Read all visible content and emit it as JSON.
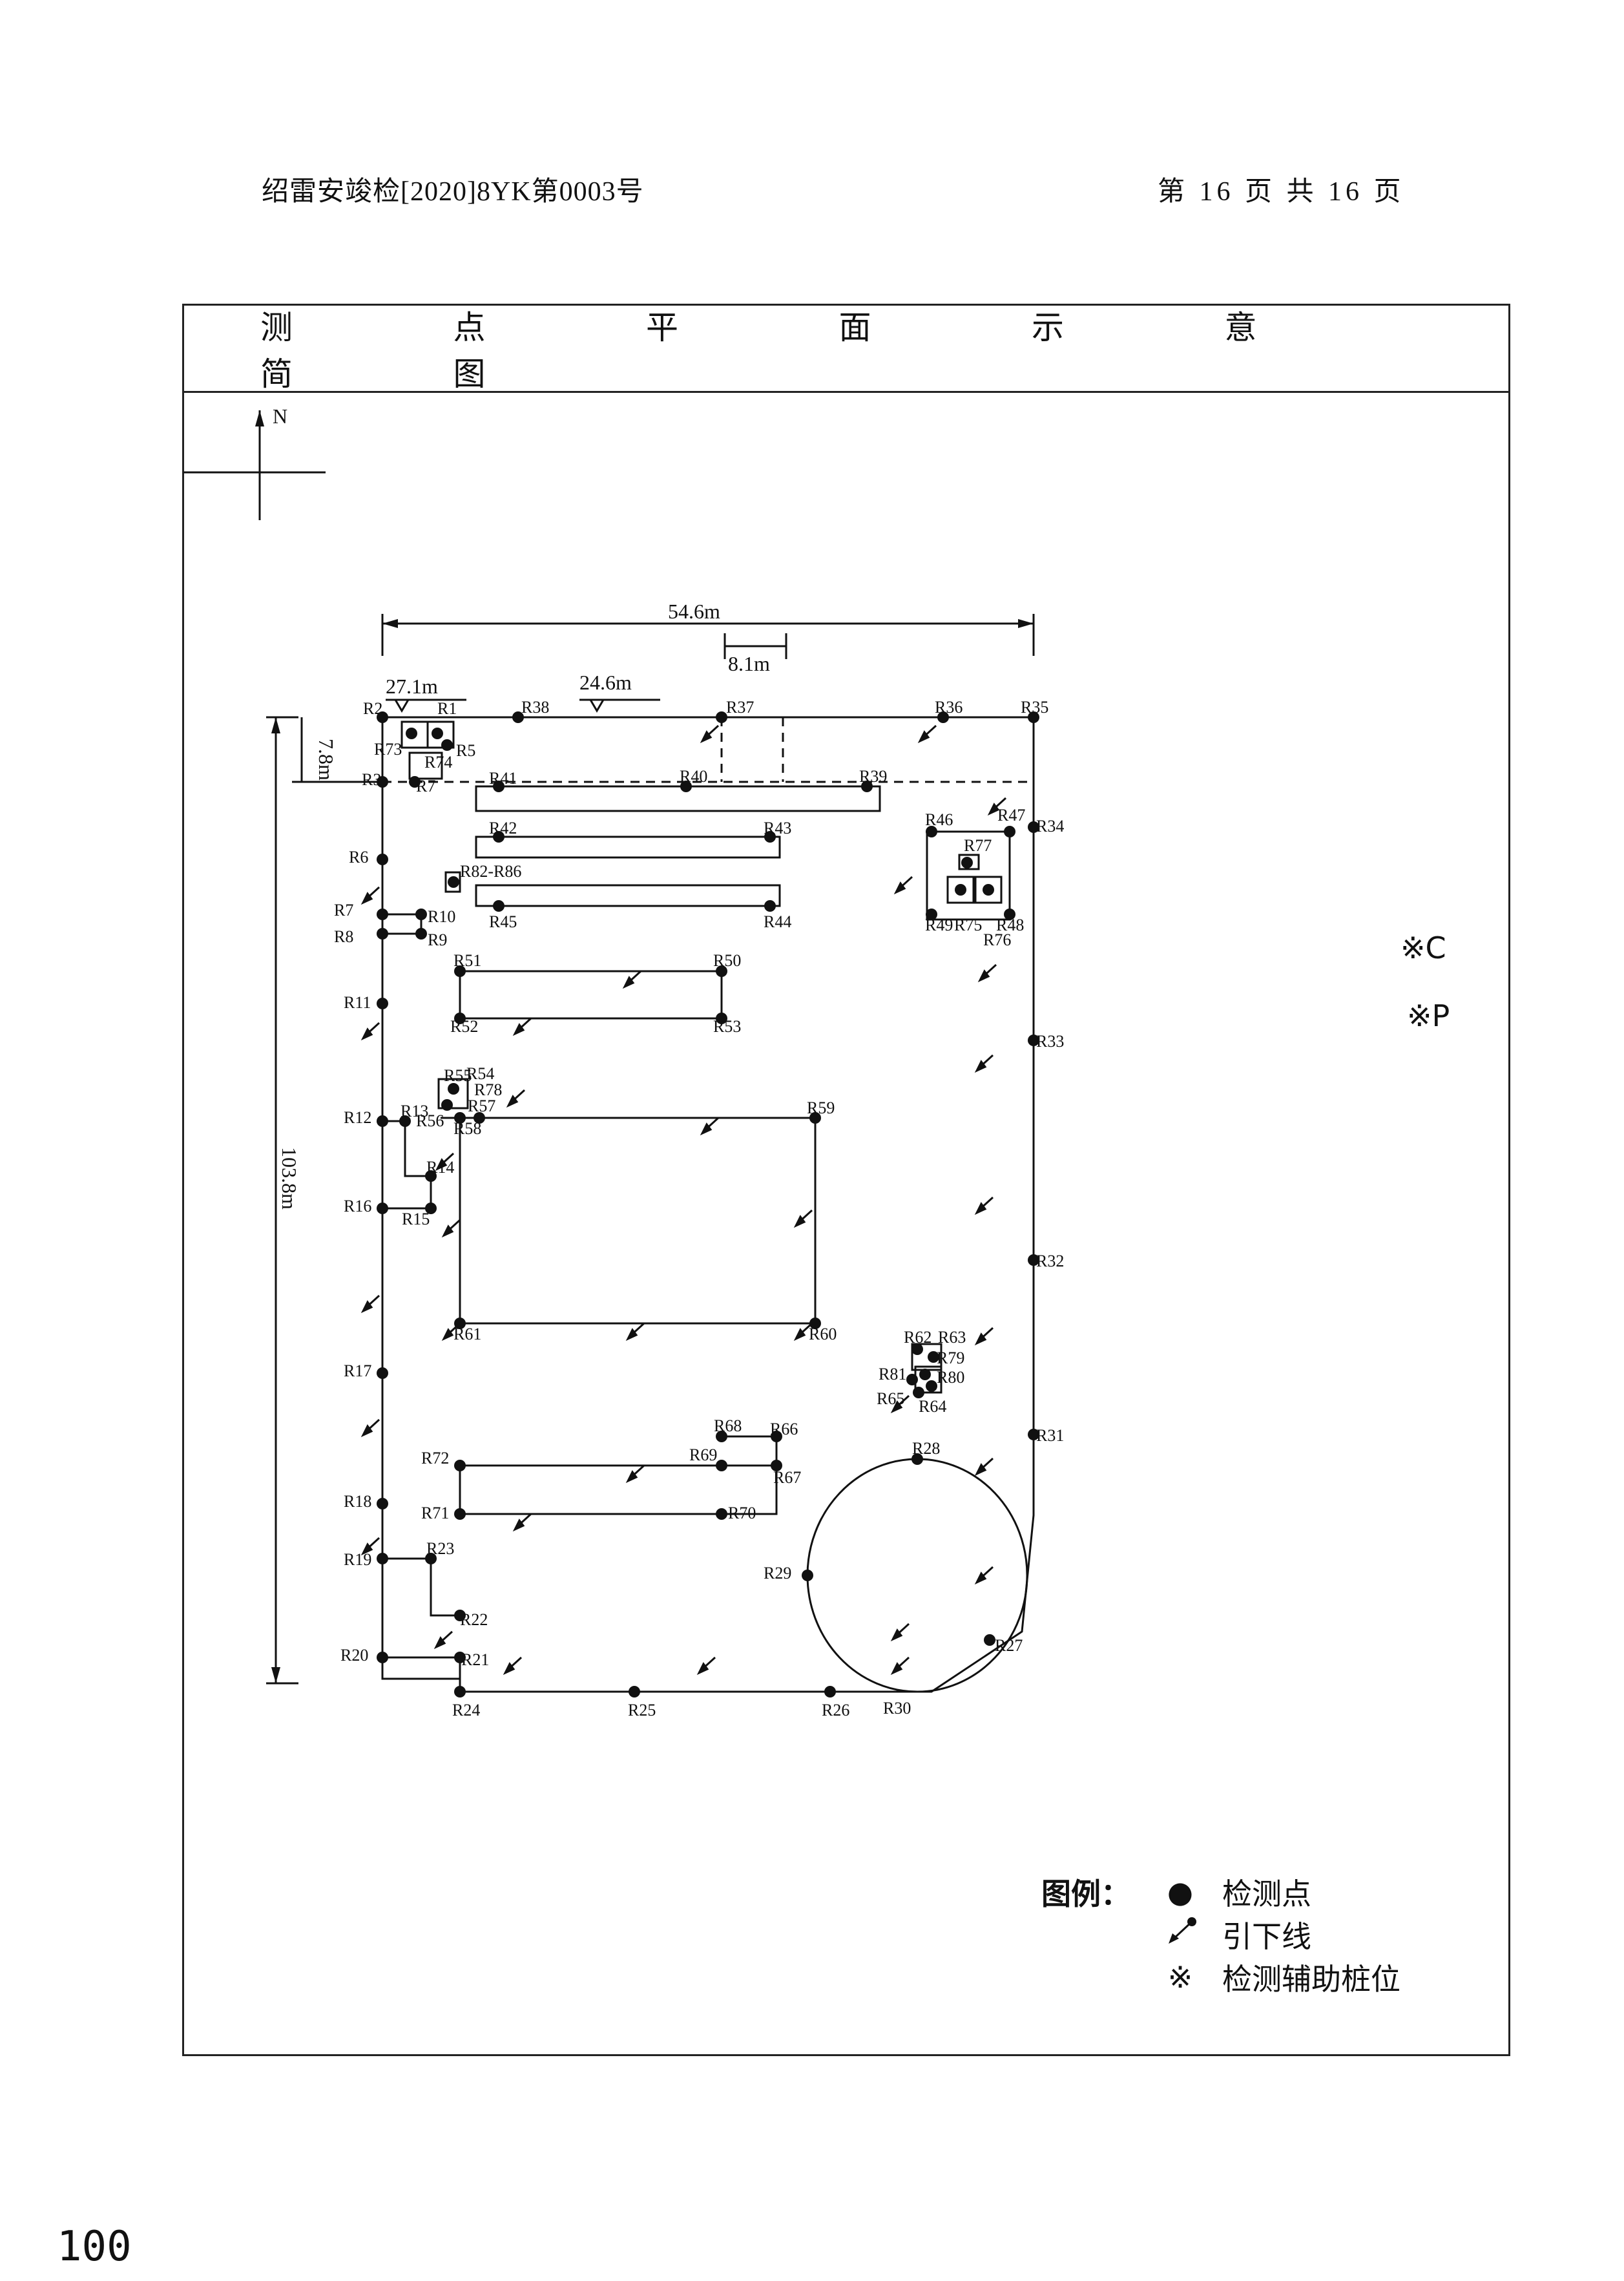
{
  "header": {
    "report_no": "绍雷安竣检[2020]8YK第0003号",
    "page_info": "第 16 页 共 16 页"
  },
  "diagram": {
    "title": "测 点 平 面 示 意 简 图",
    "north": "N",
    "dimensions": {
      "total_width": "54.6m",
      "inner_width": "8.1m",
      "height": "103.8m",
      "top_offset": "7.8m",
      "level_1": "27.1m",
      "level_2": "24.6m"
    },
    "aux_piles": [
      "※C",
      "※P"
    ]
  },
  "legend": {
    "title": "图例：",
    "items": [
      {
        "symbol": "●",
        "label": "检测点"
      },
      {
        "symbol": "downlead",
        "label": "引下线"
      },
      {
        "symbol": "※",
        "label": "检测辅助桩位"
      }
    ]
  },
  "page_number": "100"
}
